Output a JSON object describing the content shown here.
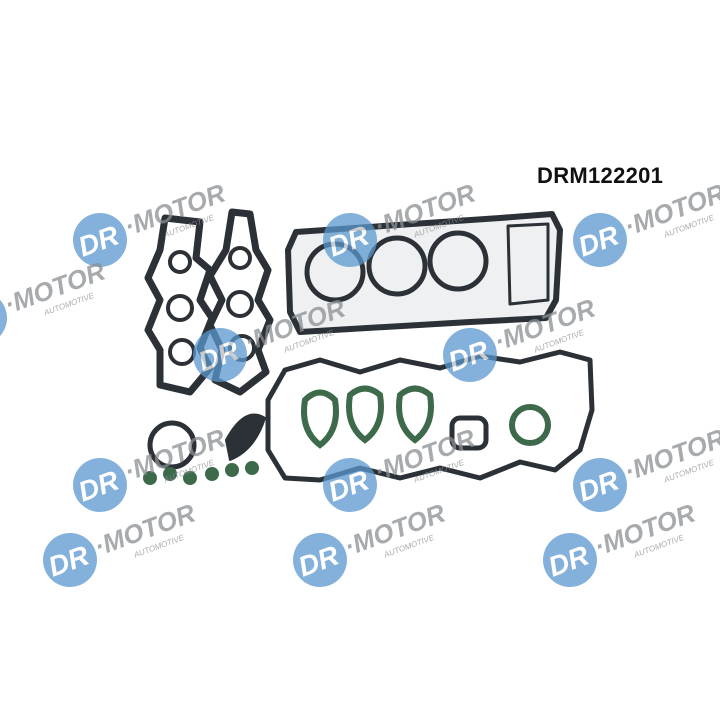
{
  "product": {
    "code": "DRM122201"
  },
  "watermark": {
    "brand": "DR",
    "word": "MOTOR",
    "sub": "AUTOMOTIVE",
    "circle_color": "#5a98cf",
    "text_color": "#8a8f94"
  },
  "colors": {
    "gasket": "#2b3136",
    "seal": "#3e6a4c"
  }
}
